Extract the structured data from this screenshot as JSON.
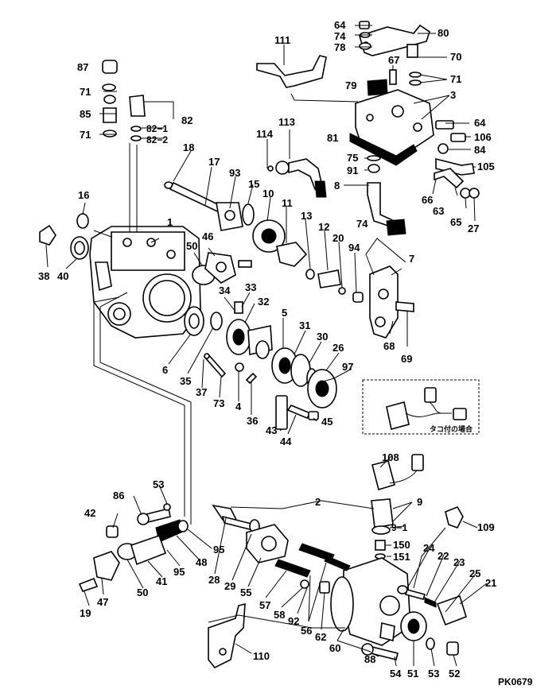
{
  "diagram": {
    "drawing_code": "PK0679",
    "note_text": "タコ付の場合",
    "labels": {
      "n111": "111",
      "n64a": "64",
      "n74a": "74",
      "n78": "78",
      "n80": "80",
      "n70": "70",
      "n67": "67",
      "n71a": "71",
      "n79": "79",
      "n3": "3",
      "n87": "87",
      "n71b": "71",
      "n85": "85",
      "n82": "82",
      "n82_1": "82−1",
      "n82_2": "82−2",
      "n71c": "71",
      "n113": "113",
      "n64b": "64",
      "n106": "106",
      "n114": "114",
      "n81": "81",
      "n84": "84",
      "n18": "18",
      "n75": "75",
      "n91": "91",
      "n105": "105",
      "n17": "17",
      "n93": "93",
      "n15": "15",
      "n10": "10",
      "n11": "11",
      "n8": "8",
      "n66": "66",
      "n63": "63",
      "n65": "65",
      "n27": "27",
      "n16": "16",
      "n13": "13",
      "n12": "12",
      "n74b": "74",
      "n20": "20",
      "n1": "1",
      "n50a": "50",
      "n46": "46",
      "n94": "94",
      "n7": "7",
      "n38": "38",
      "n40": "40",
      "n34": "34",
      "n33": "33",
      "n32": "32",
      "n5": "5",
      "n31": "31",
      "n30": "30",
      "n26": "26",
      "n68": "68",
      "n69": "69",
      "n6": "6",
      "n35": "35",
      "n37": "37",
      "n73": "73",
      "n4": "4",
      "n36": "36",
      "n97": "97",
      "n43": "43",
      "n44": "44",
      "n45": "45",
      "n108": "108",
      "n53a": "53",
      "n86": "86",
      "n42": "42",
      "n2": "2",
      "n9": "9",
      "n9_1": "9−1",
      "n109": "109",
      "n95a": "95",
      "n48": "48",
      "n150": "150",
      "n151": "151",
      "n24": "24",
      "n22": "22",
      "n23": "23",
      "n25": "25",
      "n21": "21",
      "n47": "47",
      "n50b": "50",
      "n41": "41",
      "n95b": "95",
      "n28": "28",
      "n29": "29",
      "n55": "55",
      "n57": "57",
      "n58": "58",
      "n92": "92",
      "n56": "56",
      "n62": "62",
      "n19": "19",
      "n110": "110",
      "n60": "60",
      "n88": "88",
      "n54": "54",
      "n51": "51",
      "n53b": "53",
      "n52": "52"
    }
  }
}
